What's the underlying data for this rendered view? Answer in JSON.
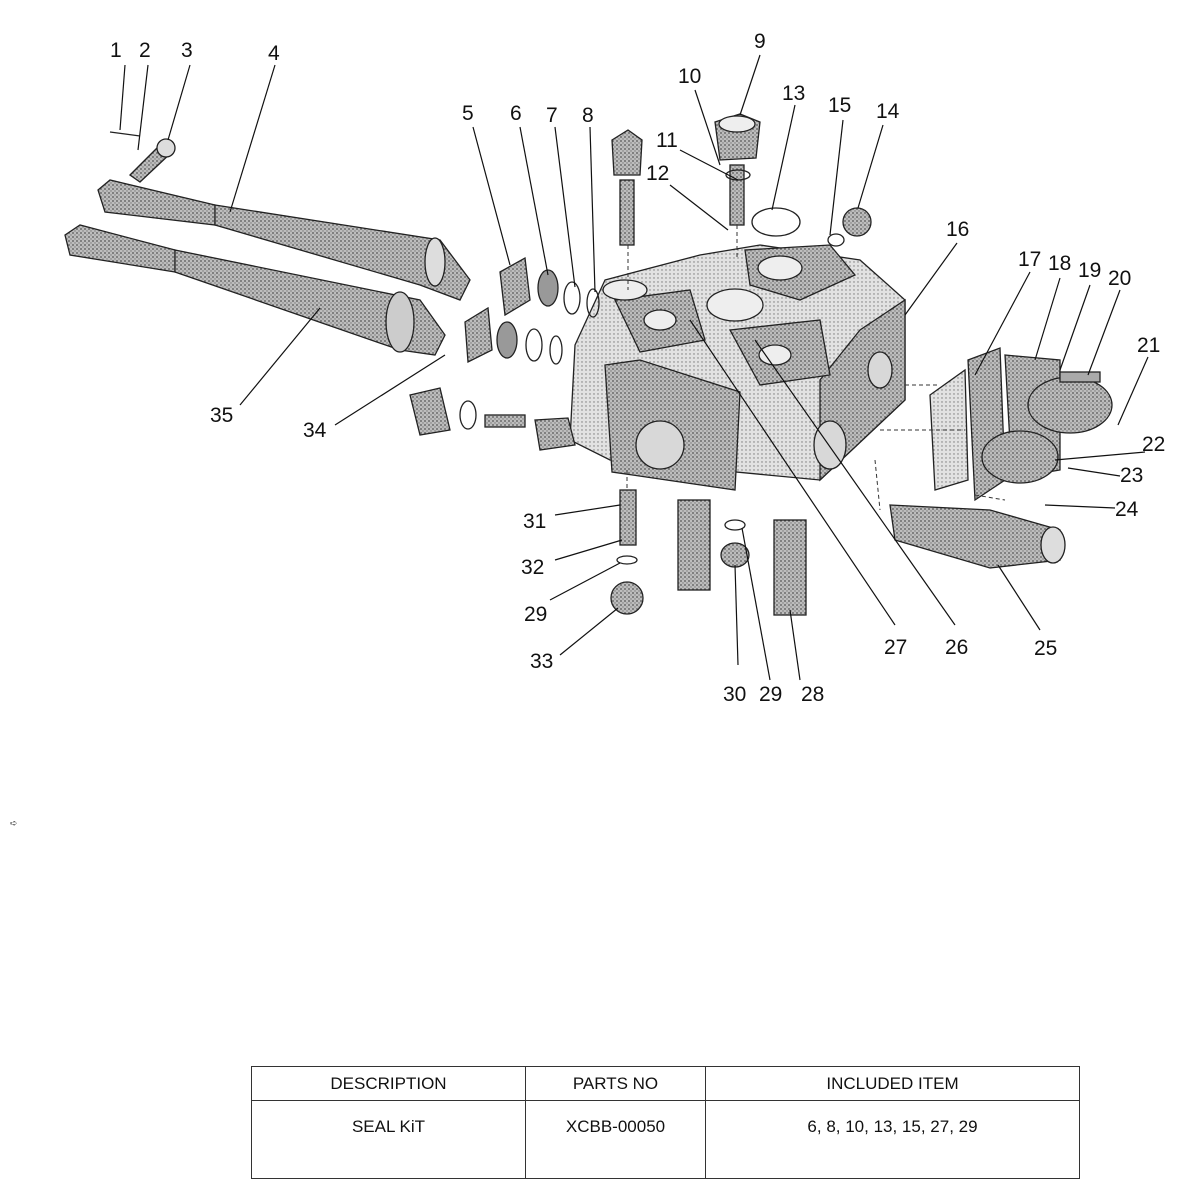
{
  "callouts": [
    "1",
    "2",
    "3",
    "4",
    "5",
    "6",
    "7",
    "8",
    "9",
    "10",
    "11",
    "12",
    "13",
    "14",
    "15",
    "16",
    "17",
    "18",
    "19",
    "20",
    "21",
    "22",
    "23",
    "24",
    "25",
    "26",
    "27",
    "28",
    "29",
    "29",
    "30",
    "31",
    "32",
    "33",
    "34",
    "35"
  ],
  "table": {
    "headers": [
      "DESCRIPTION",
      "PARTS NO",
      "INCLUDED ITEM"
    ],
    "row": {
      "description": "SEAL KiT",
      "parts_no": "XCBB-00050",
      "included": "6, 8, 10, 13, 15, 27, 29"
    }
  }
}
